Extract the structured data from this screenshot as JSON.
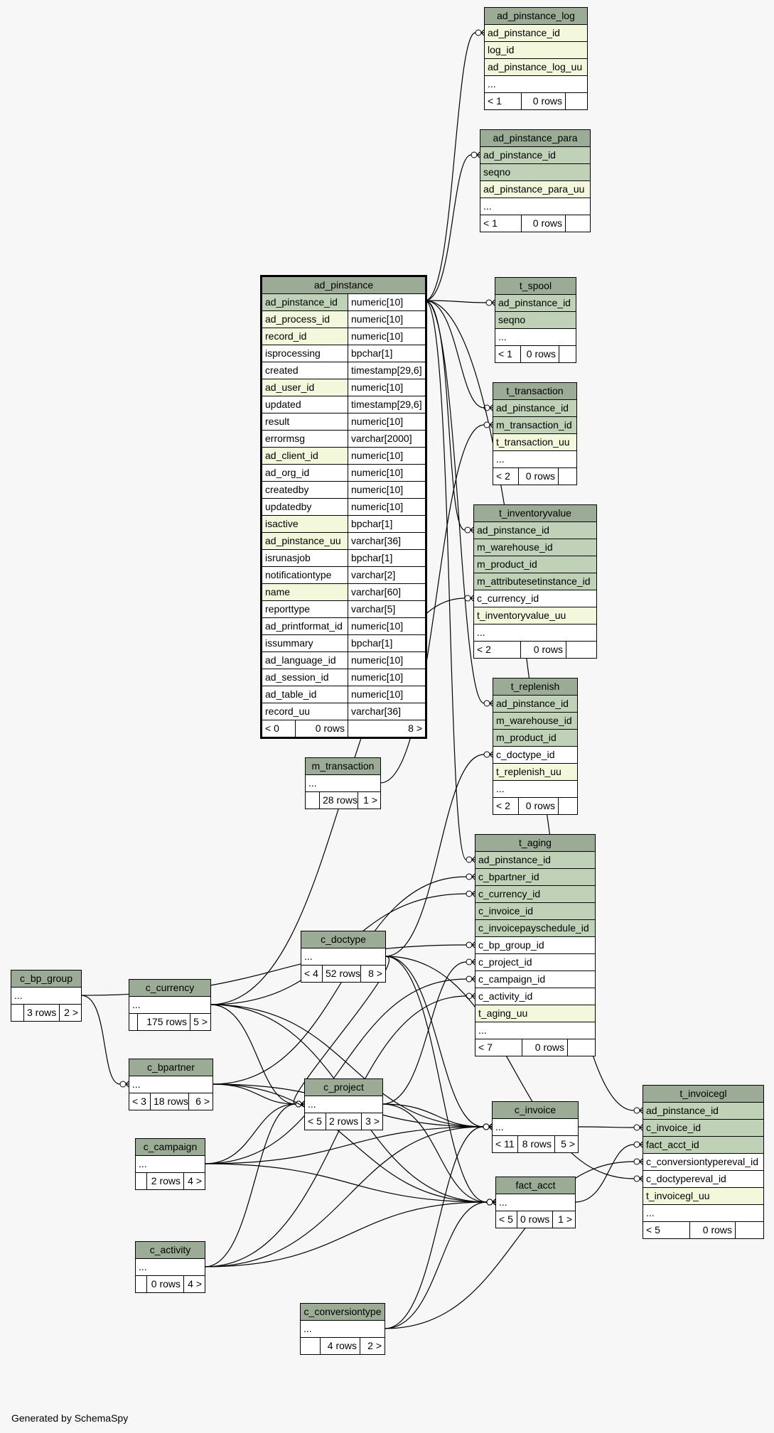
{
  "footer": {
    "generated_by": "Generated by SchemaSpy"
  },
  "tables": {
    "ad_pinstance": {
      "name": "ad_pinstance",
      "columns": [
        {
          "name": "ad_pinstance_id",
          "type": "numeric[10]",
          "kind": "pk"
        },
        {
          "name": "ad_process_id",
          "type": "numeric[10]",
          "kind": "fk"
        },
        {
          "name": "record_id",
          "type": "numeric[10]",
          "kind": "fk"
        },
        {
          "name": "isprocessing",
          "type": "bpchar[1]",
          "kind": "plain"
        },
        {
          "name": "created",
          "type": "timestamp[29,6]",
          "kind": "plain"
        },
        {
          "name": "ad_user_id",
          "type": "numeric[10]",
          "kind": "fk"
        },
        {
          "name": "updated",
          "type": "timestamp[29,6]",
          "kind": "plain"
        },
        {
          "name": "result",
          "type": "numeric[10]",
          "kind": "plain"
        },
        {
          "name": "errormsg",
          "type": "varchar[2000]",
          "kind": "plain"
        },
        {
          "name": "ad_client_id",
          "type": "numeric[10]",
          "kind": "fk"
        },
        {
          "name": "ad_org_id",
          "type": "numeric[10]",
          "kind": "plain"
        },
        {
          "name": "createdby",
          "type": "numeric[10]",
          "kind": "plain"
        },
        {
          "name": "updatedby",
          "type": "numeric[10]",
          "kind": "plain"
        },
        {
          "name": "isactive",
          "type": "bpchar[1]",
          "kind": "fk"
        },
        {
          "name": "ad_pinstance_uu",
          "type": "varchar[36]",
          "kind": "fk"
        },
        {
          "name": "isrunasjob",
          "type": "bpchar[1]",
          "kind": "plain"
        },
        {
          "name": "notificationtype",
          "type": "varchar[2]",
          "kind": "plain"
        },
        {
          "name": "name",
          "type": "varchar[60]",
          "kind": "fk"
        },
        {
          "name": "reporttype",
          "type": "varchar[5]",
          "kind": "plain"
        },
        {
          "name": "ad_printformat_id",
          "type": "numeric[10]",
          "kind": "plain"
        },
        {
          "name": "issummary",
          "type": "bpchar[1]",
          "kind": "plain"
        },
        {
          "name": "ad_language_id",
          "type": "numeric[10]",
          "kind": "plain"
        },
        {
          "name": "ad_session_id",
          "type": "numeric[10]",
          "kind": "plain"
        },
        {
          "name": "ad_table_id",
          "type": "numeric[10]",
          "kind": "plain"
        },
        {
          "name": "record_uu",
          "type": "varchar[36]",
          "kind": "plain"
        }
      ],
      "footer": [
        "< 0",
        "0 rows",
        "8 >"
      ]
    },
    "ad_pinstance_log": {
      "name": "ad_pinstance_log",
      "columns": [
        {
          "name": "ad_pinstance_id",
          "kind": "fk"
        },
        {
          "name": "log_id",
          "kind": "fk"
        },
        {
          "name": "ad_pinstance_log_uu",
          "kind": "fk"
        },
        {
          "name": "...",
          "kind": "plain"
        }
      ],
      "footer": [
        "< 1",
        "0 rows",
        ""
      ]
    },
    "ad_pinstance_para": {
      "name": "ad_pinstance_para",
      "columns": [
        {
          "name": "ad_pinstance_id",
          "kind": "pk"
        },
        {
          "name": "seqno",
          "kind": "pk"
        },
        {
          "name": "ad_pinstance_para_uu",
          "kind": "fk"
        },
        {
          "name": "...",
          "kind": "plain"
        }
      ],
      "footer": [
        "< 1",
        "0 rows",
        ""
      ]
    },
    "t_spool": {
      "name": "t_spool",
      "columns": [
        {
          "name": "ad_pinstance_id",
          "kind": "pk"
        },
        {
          "name": "seqno",
          "kind": "pk"
        },
        {
          "name": "...",
          "kind": "plain"
        }
      ],
      "footer": [
        "< 1",
        "0 rows",
        ""
      ]
    },
    "t_transaction": {
      "name": "t_transaction",
      "columns": [
        {
          "name": "ad_pinstance_id",
          "kind": "pk"
        },
        {
          "name": "m_transaction_id",
          "kind": "pk"
        },
        {
          "name": "t_transaction_uu",
          "kind": "fk"
        },
        {
          "name": "...",
          "kind": "plain"
        }
      ],
      "footer": [
        "< 2",
        "0 rows",
        ""
      ]
    },
    "t_inventoryvalue": {
      "name": "t_inventoryvalue",
      "columns": [
        {
          "name": "ad_pinstance_id",
          "kind": "pk"
        },
        {
          "name": "m_warehouse_id",
          "kind": "pk"
        },
        {
          "name": "m_product_id",
          "kind": "pk"
        },
        {
          "name": "m_attributesetinstance_id",
          "kind": "pk"
        },
        {
          "name": "c_currency_id",
          "kind": "plain"
        },
        {
          "name": "t_inventoryvalue_uu",
          "kind": "fk"
        },
        {
          "name": "...",
          "kind": "plain"
        }
      ],
      "footer": [
        "< 2",
        "0 rows",
        ""
      ]
    },
    "t_replenish": {
      "name": "t_replenish",
      "columns": [
        {
          "name": "ad_pinstance_id",
          "kind": "pk"
        },
        {
          "name": "m_warehouse_id",
          "kind": "pk"
        },
        {
          "name": "m_product_id",
          "kind": "pk"
        },
        {
          "name": "c_doctype_id",
          "kind": "plain"
        },
        {
          "name": "t_replenish_uu",
          "kind": "fk"
        },
        {
          "name": "...",
          "kind": "plain"
        }
      ],
      "footer": [
        "< 2",
        "0 rows",
        ""
      ]
    },
    "m_transaction": {
      "name": "m_transaction",
      "columns": [
        {
          "name": "...",
          "kind": "plain"
        }
      ],
      "footer": [
        "",
        "28 rows",
        "1 >"
      ]
    },
    "t_aging": {
      "name": "t_aging",
      "columns": [
        {
          "name": "ad_pinstance_id",
          "kind": "pk"
        },
        {
          "name": "c_bpartner_id",
          "kind": "pk"
        },
        {
          "name": "c_currency_id",
          "kind": "pk"
        },
        {
          "name": "c_invoice_id",
          "kind": "pk"
        },
        {
          "name": "c_invoicepayschedule_id",
          "kind": "pk"
        },
        {
          "name": "c_bp_group_id",
          "kind": "plain"
        },
        {
          "name": "c_project_id",
          "kind": "plain"
        },
        {
          "name": "c_campaign_id",
          "kind": "plain"
        },
        {
          "name": "c_activity_id",
          "kind": "plain"
        },
        {
          "name": "t_aging_uu",
          "kind": "fk"
        },
        {
          "name": "...",
          "kind": "plain"
        }
      ],
      "footer": [
        "< 7",
        "0 rows",
        ""
      ]
    },
    "c_doctype": {
      "name": "c_doctype",
      "columns": [
        {
          "name": "...",
          "kind": "plain"
        }
      ],
      "footer": [
        "< 4",
        "52 rows",
        "8 >"
      ]
    },
    "c_bp_group": {
      "name": "c_bp_group",
      "columns": [
        {
          "name": "...",
          "kind": "plain"
        }
      ],
      "footer": [
        "",
        "3 rows",
        "2 >"
      ]
    },
    "c_currency": {
      "name": "c_currency",
      "columns": [
        {
          "name": "...",
          "kind": "plain"
        }
      ],
      "footer": [
        "",
        "175 rows",
        "5 >"
      ]
    },
    "c_bpartner": {
      "name": "c_bpartner",
      "columns": [
        {
          "name": "...",
          "kind": "plain"
        }
      ],
      "footer": [
        "< 3",
        "18 rows",
        "6 >"
      ]
    },
    "c_project": {
      "name": "c_project",
      "columns": [
        {
          "name": "...",
          "kind": "plain"
        }
      ],
      "footer": [
        "< 5",
        "2 rows",
        "3 >"
      ]
    },
    "c_invoice": {
      "name": "c_invoice",
      "columns": [
        {
          "name": "...",
          "kind": "plain"
        }
      ],
      "footer": [
        "< 11",
        "8 rows",
        "5 >"
      ]
    },
    "c_campaign": {
      "name": "c_campaign",
      "columns": [
        {
          "name": "...",
          "kind": "plain"
        }
      ],
      "footer": [
        "",
        "2 rows",
        "4 >"
      ]
    },
    "fact_acct": {
      "name": "fact_acct",
      "columns": [
        {
          "name": "...",
          "kind": "plain"
        }
      ],
      "footer": [
        "< 5",
        "0 rows",
        "1 >"
      ]
    },
    "t_invoicegl": {
      "name": "t_invoicegl",
      "columns": [
        {
          "name": "ad_pinstance_id",
          "kind": "pk"
        },
        {
          "name": "c_invoice_id",
          "kind": "pk"
        },
        {
          "name": "fact_acct_id",
          "kind": "pk"
        },
        {
          "name": "c_conversiontypereval_id",
          "kind": "plain"
        },
        {
          "name": "c_doctypereval_id",
          "kind": "plain"
        },
        {
          "name": "t_invoicegl_uu",
          "kind": "fk"
        },
        {
          "name": "...",
          "kind": "plain"
        }
      ],
      "footer": [
        "< 5",
        "0 rows",
        ""
      ]
    },
    "c_activity": {
      "name": "c_activity",
      "columns": [
        {
          "name": "...",
          "kind": "plain"
        }
      ],
      "footer": [
        "",
        "0 rows",
        "4 >"
      ]
    },
    "c_conversiontype": {
      "name": "c_conversiontype",
      "columns": [
        {
          "name": "...",
          "kind": "plain"
        }
      ],
      "footer": [
        "",
        "4 rows",
        "2 >"
      ]
    }
  }
}
